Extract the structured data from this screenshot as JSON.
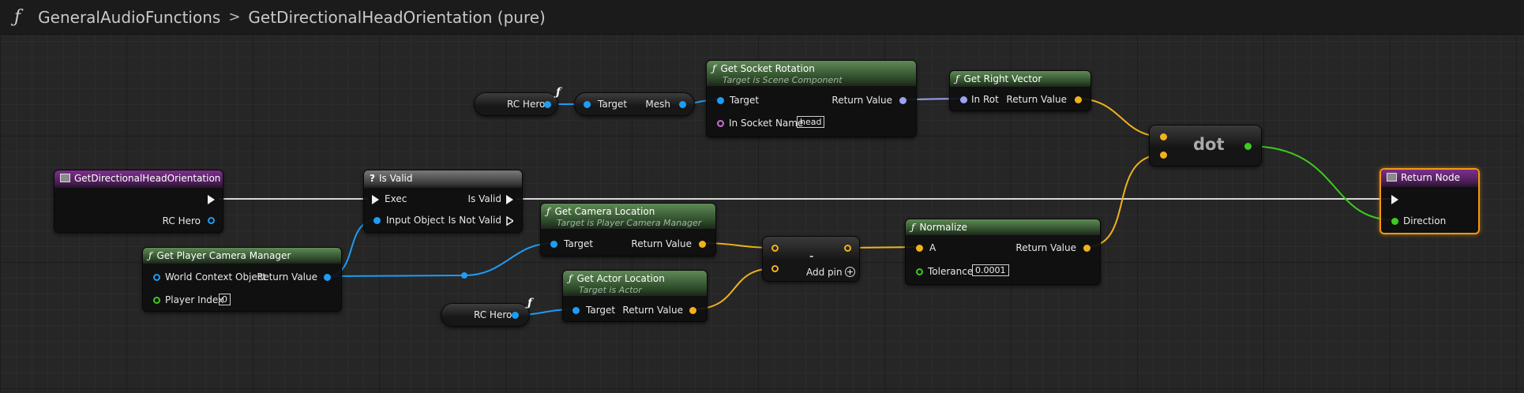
{
  "breadcrumb": {
    "icon": "function-icon",
    "parent": "GeneralAudioFunctions",
    "current": "GetDirectionalHeadOrientation (pure)"
  },
  "colors": {
    "object_pin": "#1d9df5",
    "vector_pin": "#f0b21c",
    "rotator_pin": "#9aa3f0",
    "float_pin": "#3ccb1e",
    "name_pin": "#cf6bd6",
    "selected_outline": "#f29812"
  },
  "nodes": {
    "entry": {
      "title": "GetDirectionalHeadOrientation",
      "out_param": "RC Hero"
    },
    "is_valid": {
      "title": "Is Valid",
      "exec_in": "Exec",
      "input": "Input Object",
      "out_valid": "Is Valid",
      "out_not_valid": "Is Not Valid"
    },
    "rc_hero_top": {
      "label": "RC Hero"
    },
    "mesh_getter": {
      "target": "Target",
      "output": "Mesh"
    },
    "get_socket_rotation": {
      "title": "Get Socket Rotation",
      "subtitle": "Target is Scene Component",
      "target": "Target",
      "socket_label": "In Socket Name",
      "socket_value": "head",
      "output": "Return Value"
    },
    "get_right_vector": {
      "title": "Get Right Vector",
      "input": "In Rot",
      "output": "Return Value"
    },
    "dot": {
      "title": "dot"
    },
    "return_node": {
      "title": "Return Node",
      "param": "Direction"
    },
    "get_camera_location": {
      "title": "Get Camera Location",
      "subtitle": "Target is Player Camera Manager",
      "target": "Target",
      "output": "Return Value"
    },
    "get_player_camera_manager": {
      "title": "Get Player Camera Manager",
      "world_context": "World Context Object",
      "player_index_label": "Player Index",
      "player_index_value": "0",
      "output": "Return Value"
    },
    "subtract": {
      "title": "-",
      "add_pin": "Add pin"
    },
    "normalize": {
      "title": "Normalize",
      "input": "A",
      "tolerance_label": "Tolerance",
      "tolerance_value": "0.0001",
      "output": "Return Value"
    },
    "rc_hero_bottom": {
      "label": "RC Hero"
    },
    "get_actor_location": {
      "title": "Get Actor Location",
      "subtitle": "Target is Actor",
      "target": "Target",
      "output": "Return Value"
    }
  }
}
